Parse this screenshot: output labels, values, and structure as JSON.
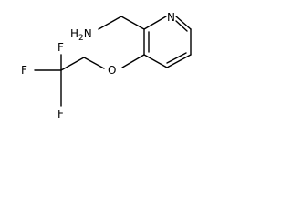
{
  "molecule": {
    "atoms": {
      "amine": "H2N",
      "ring_nitrogen": "N",
      "ether_oxygen": "O",
      "fluorine_1": "F",
      "fluorine_2": "F",
      "fluorine_3": "F"
    },
    "colors": {
      "bond": "#000000",
      "label": "#000000",
      "background": "#ffffff"
    }
  }
}
